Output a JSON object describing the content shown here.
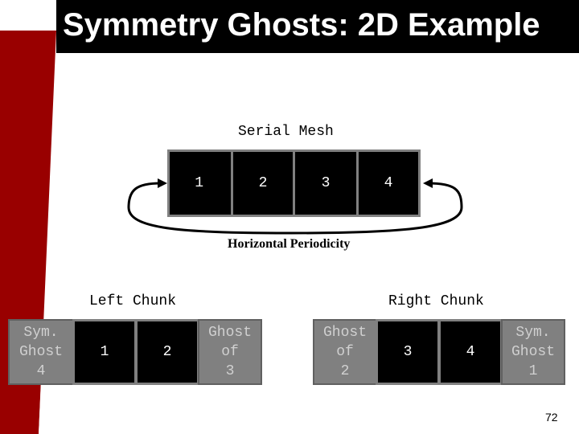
{
  "slide": {
    "title": "Symmetry Ghosts: 2D Example",
    "page_number": "72"
  },
  "serial": {
    "label": "Serial Mesh",
    "cells": [
      "1",
      "2",
      "3",
      "4"
    ],
    "periodicity_caption": "Horizontal Periodicity"
  },
  "left_chunk": {
    "label": "Left Chunk",
    "ghost_left": [
      "Sym.",
      "Ghost",
      "4"
    ],
    "cells": [
      "1",
      "2"
    ],
    "ghost_right": [
      "Ghost",
      "of",
      "3"
    ]
  },
  "right_chunk": {
    "label": "Right Chunk",
    "ghost_left": [
      "Ghost",
      "of",
      "2"
    ],
    "cells": [
      "3",
      "4"
    ],
    "ghost_right": [
      "Sym.",
      "Ghost",
      "1"
    ]
  },
  "colors": {
    "sidebar_red": "#990000",
    "title_bar": "#000000",
    "cell_fill": "#000000",
    "ghost_fill": "#808080"
  }
}
